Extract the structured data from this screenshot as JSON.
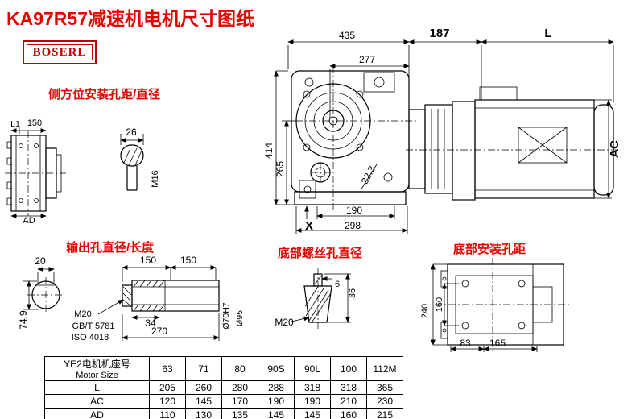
{
  "page": {
    "title": "KA97R57减速机电机尺寸图纸",
    "logo": "BOSERL"
  },
  "annotations": {
    "side_mount": "侧方位安装孔距/直径",
    "output_hole": "输出孔直径/长度",
    "bottom_screw": "底部螺丝孔直径",
    "bottom_mount": "底部安装孔距"
  },
  "dims": {
    "overall_width": "435",
    "motor_flange": "187",
    "motor_length": "L",
    "center_to_right": "277",
    "overall_height": "414",
    "center_to_bottom": "265",
    "angle": "32.3",
    "foot_inner": "190",
    "foot_width": "298",
    "foot_x": "X",
    "motor_diameter": "AC",
    "flange_l1": "L1",
    "flange_width": "150",
    "flange_ad": "AD",
    "key_width": "26",
    "key_thread": "M16",
    "keyway_width": "20",
    "shaft_flat": "74.9",
    "shaft_len1": "150",
    "shaft_len2": "150",
    "shaft_thread": "M20",
    "shaft_std1": "GB/T 5781",
    "shaft_std2": "ISO 4018",
    "key_len": "34",
    "shaft_total": "270",
    "bore": "Ø70H7",
    "shaft_od": "Ø95",
    "screw_depth": "6",
    "screw_len": "36",
    "screw_thread": "M20",
    "base_height": "240",
    "base_hole_v": "160",
    "base_hole_h1": "83",
    "base_hole_h2": "165"
  },
  "table": {
    "header_cn": "YE2电机机座号",
    "header_en": "Motor Size",
    "sizes": [
      "63",
      "71",
      "80",
      "90S",
      "90L",
      "100",
      "112M"
    ],
    "rows": [
      {
        "label": "L",
        "values": [
          "205",
          "260",
          "280",
          "288",
          "318",
          "318",
          "365"
        ]
      },
      {
        "label": "AC",
        "values": [
          "120",
          "145",
          "170",
          "190",
          "190",
          "210",
          "230"
        ]
      },
      {
        "label": "AD",
        "values": [
          "110",
          "130",
          "135",
          "145",
          "145",
          "160",
          "215"
        ]
      }
    ]
  },
  "colors": {
    "accent_red": "#e60000",
    "line": "#000000"
  }
}
